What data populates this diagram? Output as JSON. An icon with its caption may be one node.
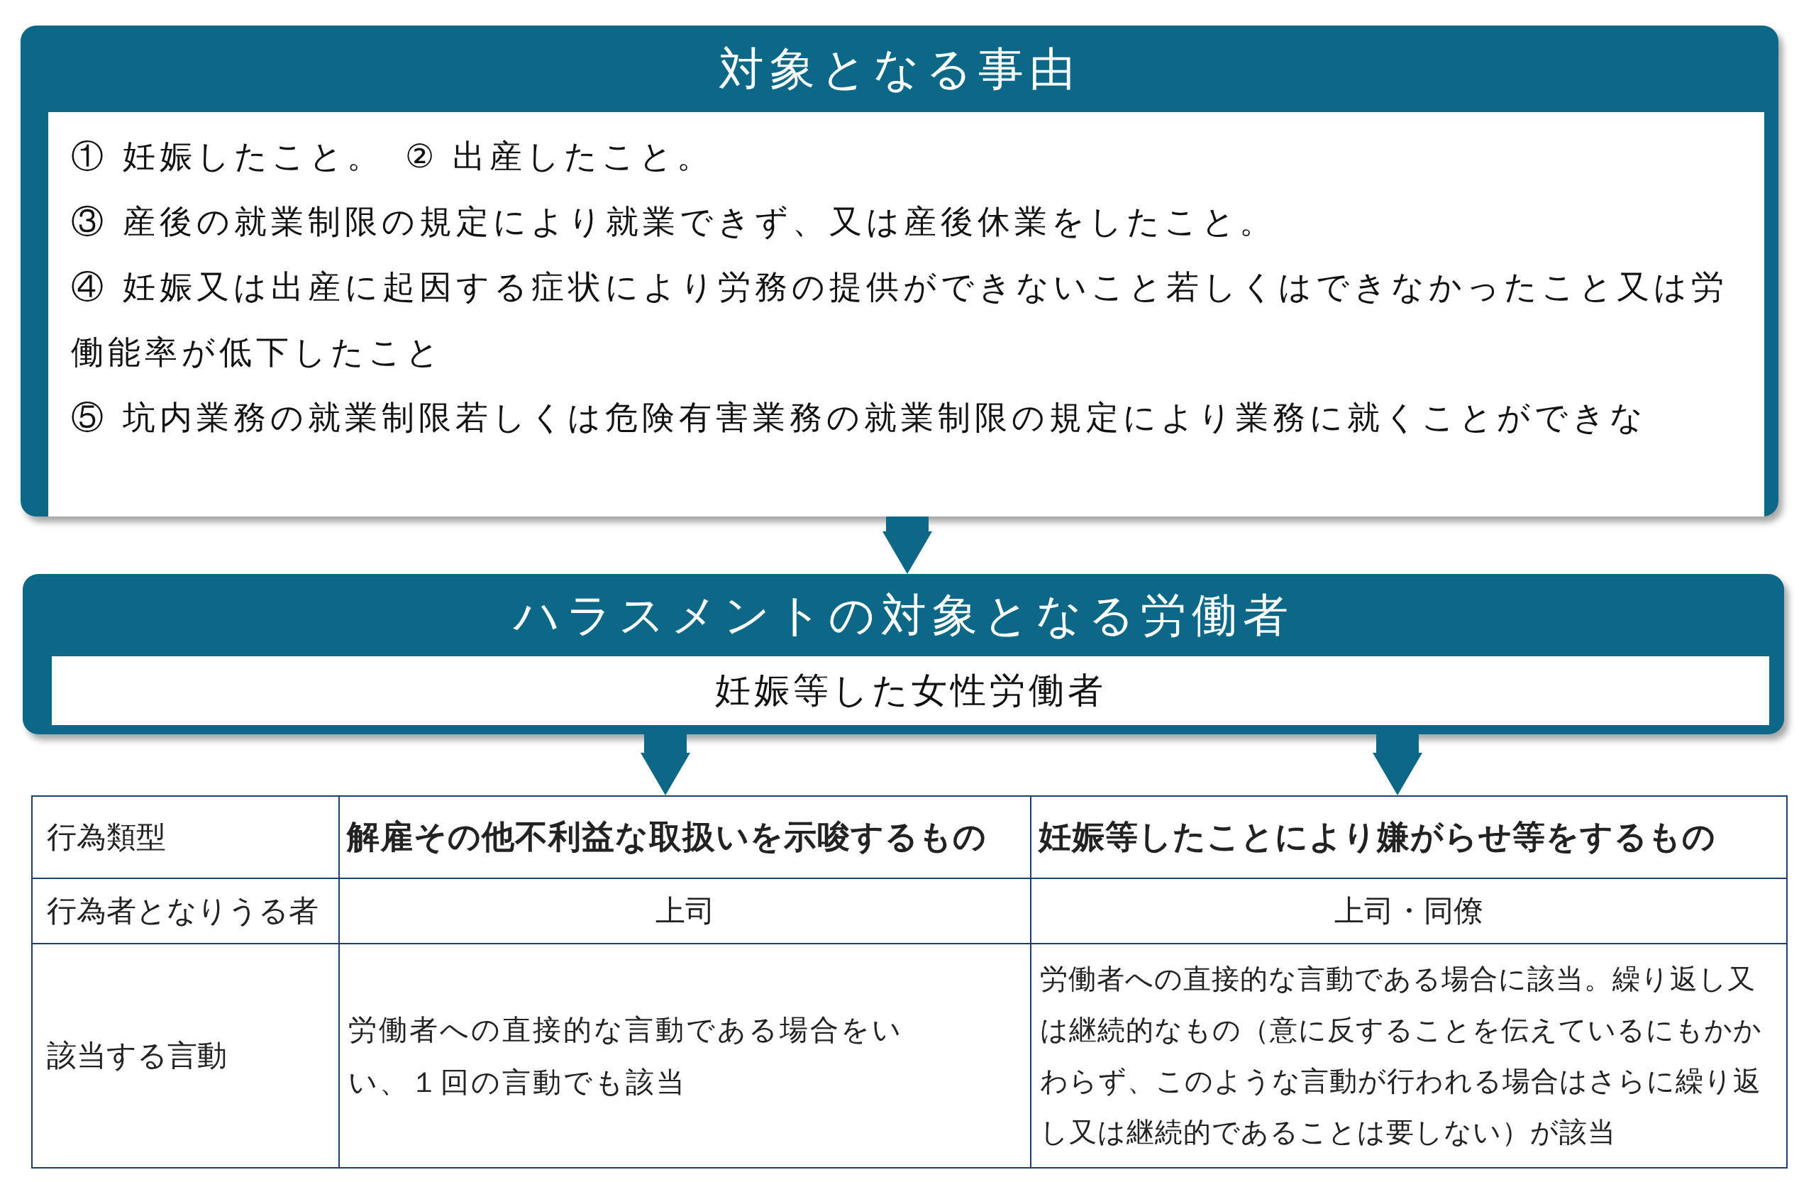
{
  "diagram": {
    "nodes": [
      {
        "text": [
          "対象となる事由",
          "① 妊娠したこと。",
          "② 出産したこと。",
          "③ 産後の就業制限の規定により就業できず、又は産後休業をしたこと。",
          "④ 妊娠又は出産に起因する症状により労務の提供ができないこと若しくはできなかったこと又は労働能率が低下したこと",
          "⑤ 坑内業務の就業制限若しくは危険有害業務の就業制限の規定により業務に就くことができな"
        ]
      },
      {
        "text": [
          "ハラスメントの対象となる労働者",
          "妊娠等した女性労働者"
        ]
      },
      {
        "text": [
          "解雇その他不利益な取扱いを示唆するもの"
        ]
      },
      {
        "text": [
          "妊娠等したことにより嫌がらせ等をするもの"
        ]
      }
    ],
    "edges": [
      {
        "from": 0,
        "to": 1,
        "arrow": "to"
      },
      {
        "from": 1,
        "to": 2,
        "arrow": "to"
      },
      {
        "from": 1,
        "to": 3,
        "arrow": "to"
      }
    ],
    "labels": [
      "行為類型",
      "行為者となりうる者",
      "上司",
      "上司・同僚",
      "該当する言動",
      "労働者への直接的な言動である場合をいい、１回の言動でも該当",
      "労働者への直接的な言動である場合に該当。繰り返し又は継続的なもの（意に反することを伝えているにもかかわらず、このような言動が行われる場合はさらに繰り返し又は継続的であることは要しない）が該当"
    ]
  }
}
